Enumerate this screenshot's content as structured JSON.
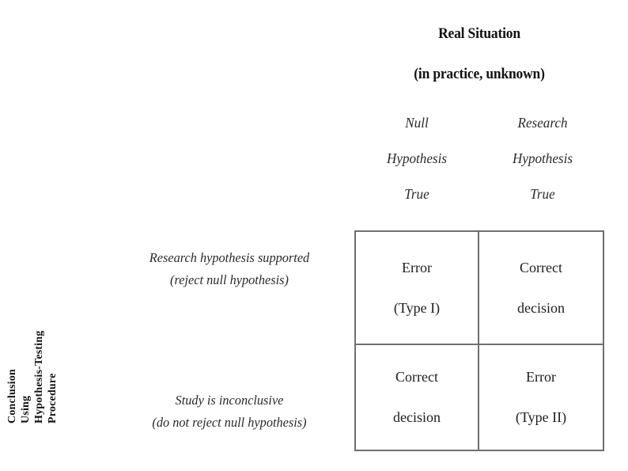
{
  "figure": {
    "background_color": "#ffffff",
    "border_color": "#6f6f6f",
    "text_color": "#1a1a1a"
  },
  "column_group": {
    "title": "Real Situation",
    "subtitle": "(in practice, unknown)"
  },
  "row_group": {
    "title_lines": [
      "Conclusion",
      "Using",
      "Hypothesis-Testing",
      "Procedure"
    ]
  },
  "columns": [
    {
      "id": "null-hypothesis-true",
      "lines": [
        "Null",
        "Hypothesis",
        "True"
      ]
    },
    {
      "id": "research-hypothesis-true",
      "lines": [
        "Research",
        "Hypothesis",
        "True"
      ]
    }
  ],
  "rows": [
    {
      "id": "research-hypothesis-supported",
      "lines": [
        "Research hypothesis supported",
        "(reject null hypothesis)"
      ]
    },
    {
      "id": "study-is-inconclusive",
      "lines": [
        "Study is inconclusive",
        "(do not reject null hypothesis)"
      ]
    }
  ],
  "cells": [
    [
      {
        "id": "error-type-1",
        "lines": [
          "Error",
          "(Type I)"
        ]
      },
      {
        "id": "correct-decision-1",
        "lines": [
          "Correct",
          "decision"
        ]
      }
    ],
    [
      {
        "id": "correct-decision-2",
        "lines": [
          "Correct",
          "decision"
        ]
      },
      {
        "id": "error-type-2",
        "lines": [
          "Error",
          "(Type II)"
        ]
      }
    ]
  ]
}
